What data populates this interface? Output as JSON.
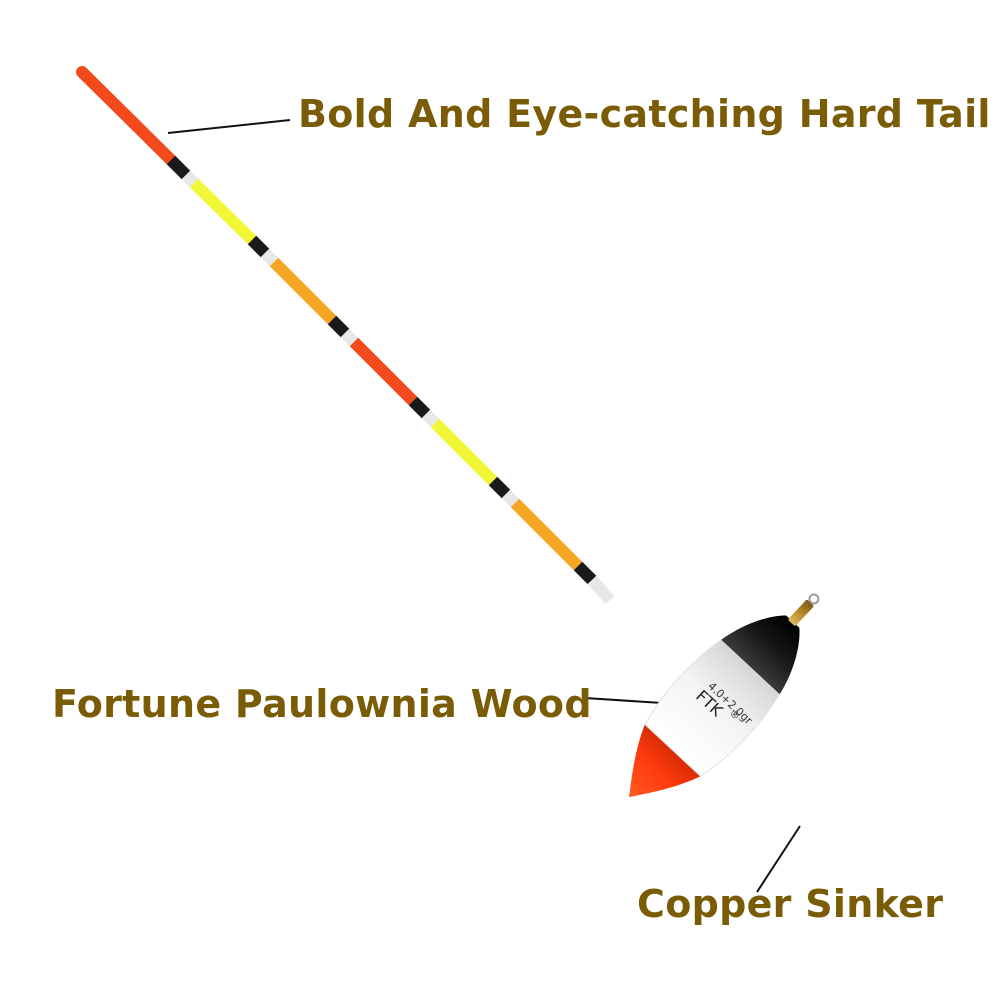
{
  "annotations": {
    "tail": "Bold And Eye-catching Hard Tail",
    "body": "Fortune Paulownia Wood",
    "sinker": "Copper Sinker"
  },
  "float_marking": {
    "brand": "FTK",
    "registered": "®",
    "weight": "4.0+2.0gr"
  },
  "colors": {
    "label_text": "#7a5c06",
    "tail_red": "#f24a1c",
    "tail_yellow": "#f1f736",
    "tail_orange": "#f5a623",
    "band_black": "#1a1a1a",
    "body_white": "#ffffff",
    "body_red": "#ff3b0d",
    "bottom_black": "#161616",
    "copper": "#b58a2a"
  }
}
